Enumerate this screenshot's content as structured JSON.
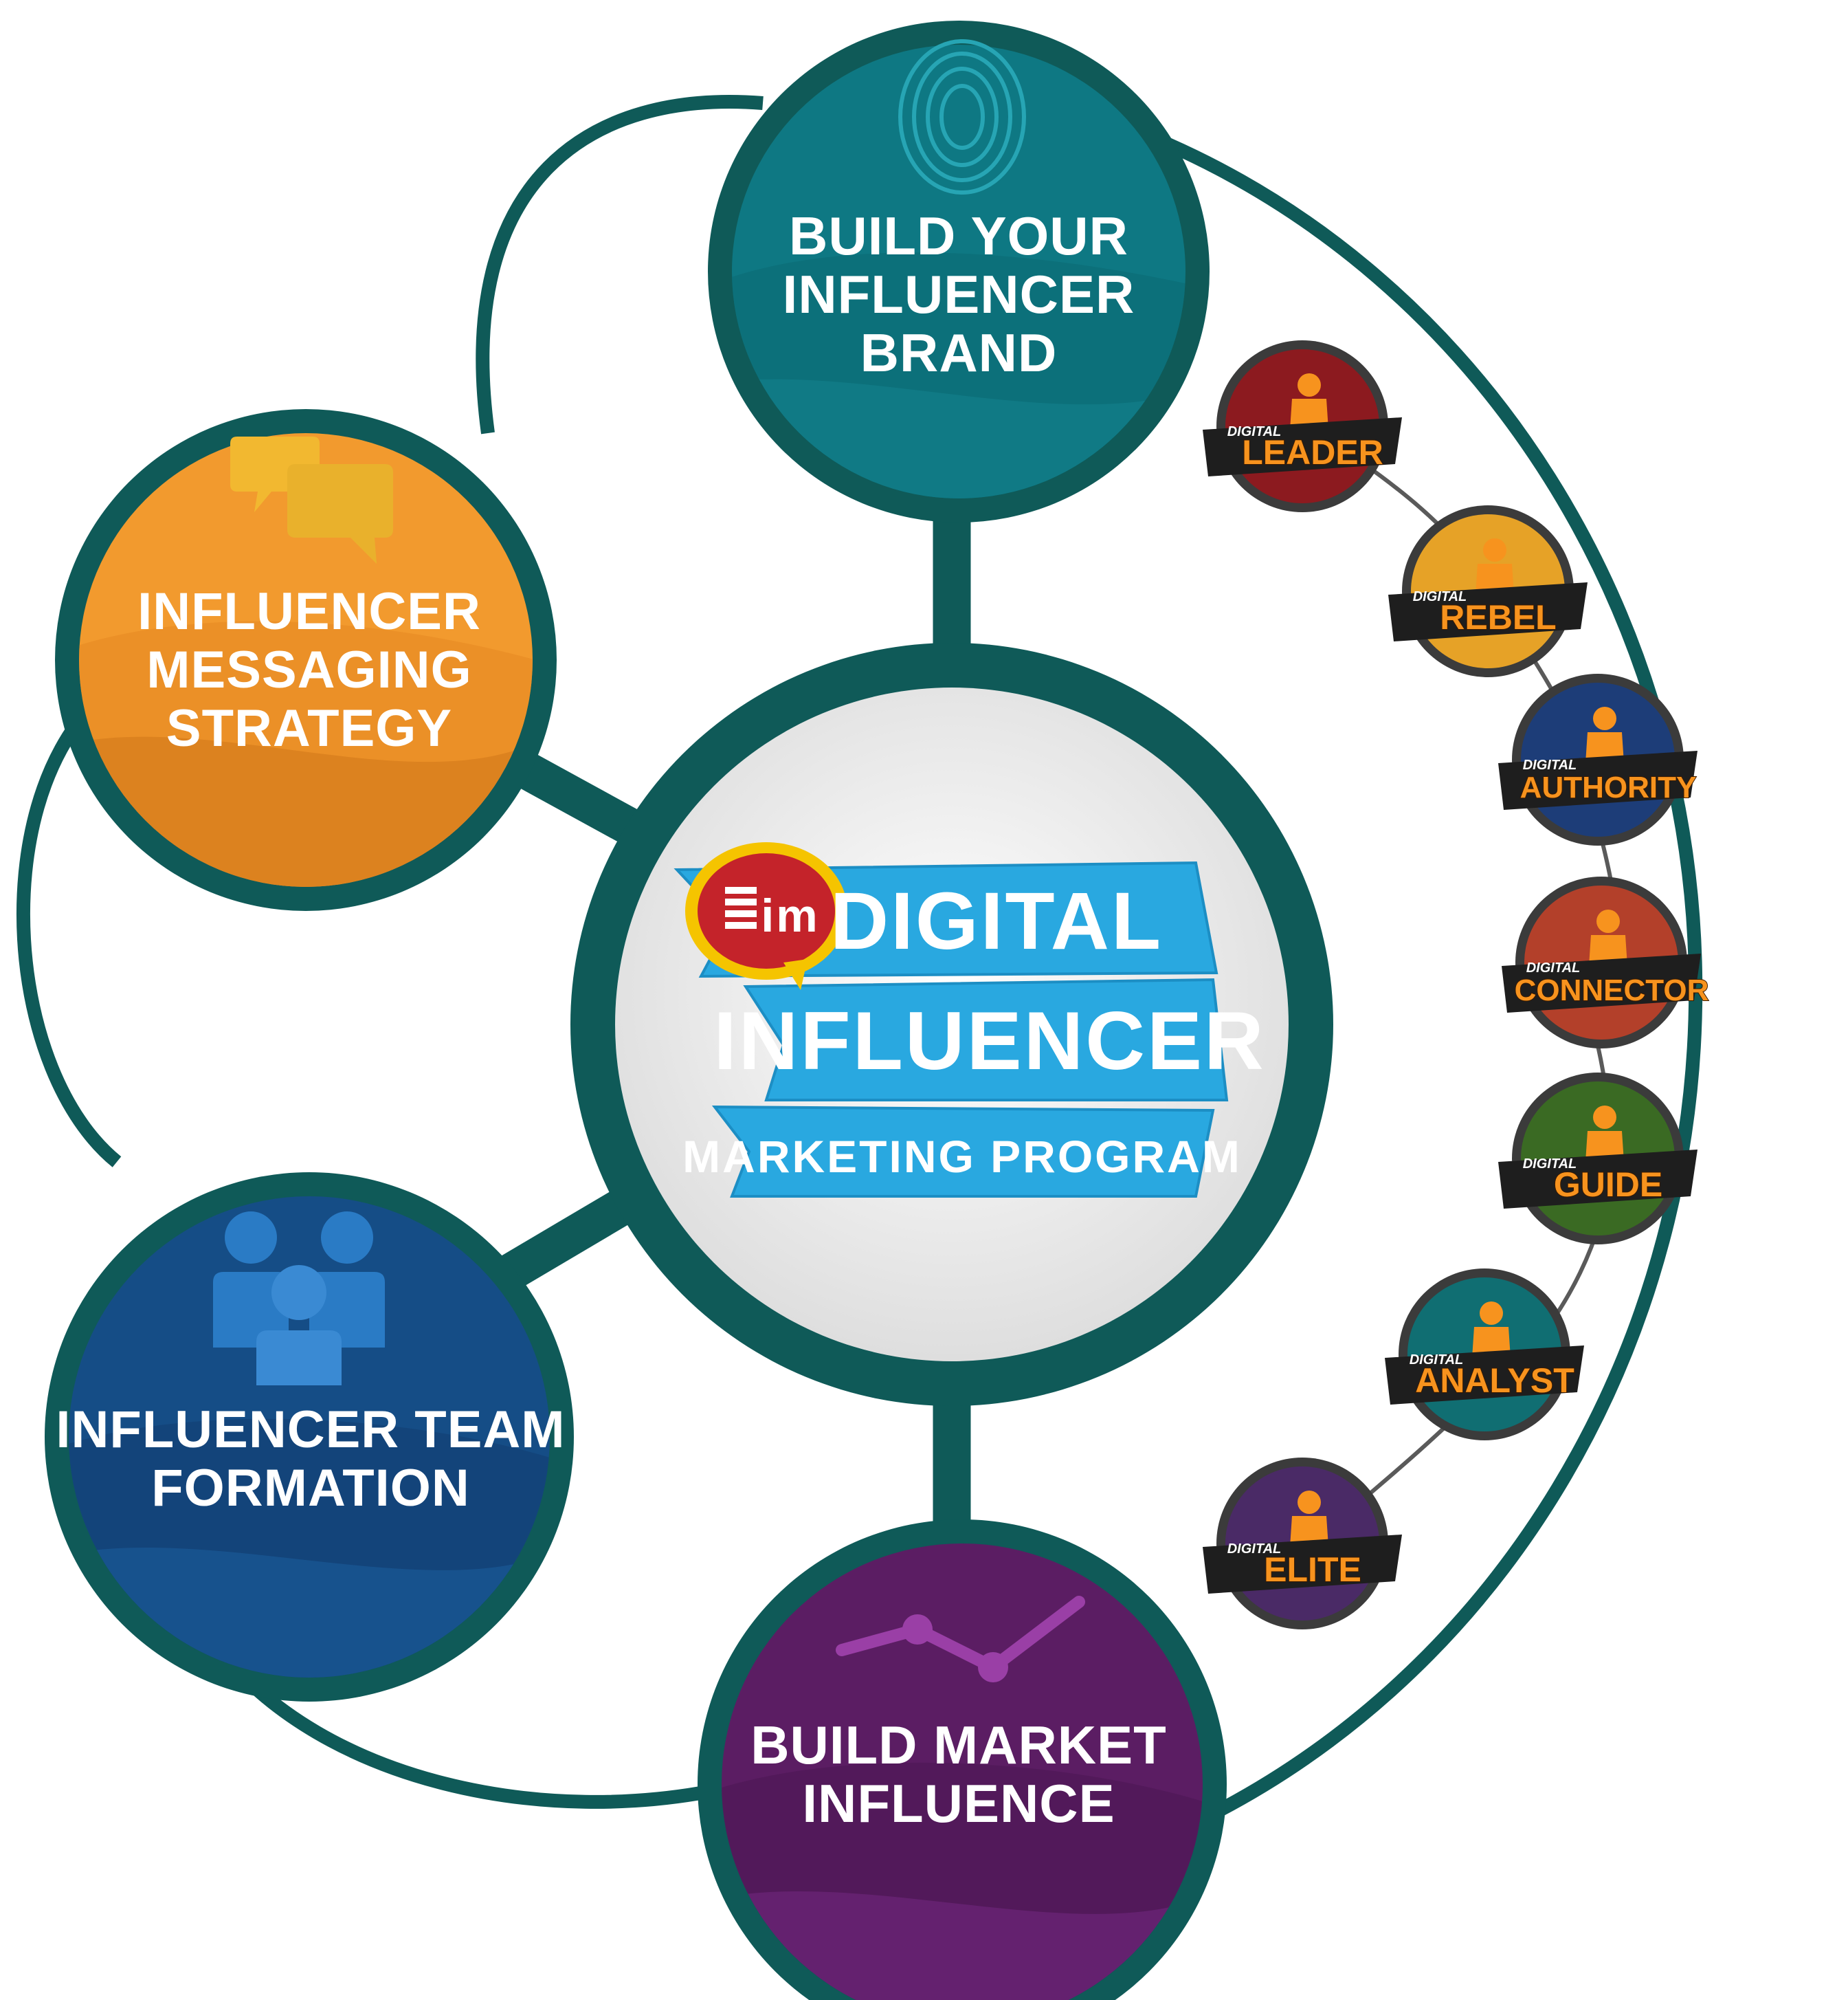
{
  "center": {
    "logo_mark": "im",
    "line1": "DIGITAL",
    "line2": "INFLUENCER",
    "line3": "MARKETING PROGRAM"
  },
  "nodes": {
    "brand": {
      "lines": [
        "BUILD YOUR",
        "INFLUENCER",
        "BRAND"
      ],
      "icon": "fingerprint-icon",
      "color": "#0e7883"
    },
    "messaging": {
      "lines": [
        "INFLUENCER",
        "MESSAGING",
        "STRATEGY"
      ],
      "icon": "speech-bubbles-icon",
      "color": "#f29a2e"
    },
    "team": {
      "lines": [
        "INFLUENCER TEAM",
        "FORMATION"
      ],
      "icon": "people-group-icon",
      "color": "#154d86"
    },
    "market": {
      "lines": [
        "BUILD MARKET",
        "INFLUENCE"
      ],
      "icon": "trend-line-icon",
      "color": "#5b1d63"
    }
  },
  "badges": [
    {
      "top": "DIGITAL",
      "name": "LEADER",
      "color": "#8c1a1f"
    },
    {
      "top": "DIGITAL",
      "name": "REBEL",
      "color": "#e6a227"
    },
    {
      "top": "DIGITAL",
      "name": "AUTHORITY",
      "color": "#1d3d78"
    },
    {
      "top": "DIGITAL",
      "name": "CONNECTOR",
      "color": "#b3402a"
    },
    {
      "top": "DIGITAL",
      "name": "GUIDE",
      "color": "#3a6a23"
    },
    {
      "top": "DIGITAL",
      "name": "ANALYST",
      "color": "#106e72"
    },
    {
      "top": "DIGITAL",
      "name": "ELITE",
      "color": "#4a2a66"
    }
  ],
  "colors": {
    "ring": "#0f5a58",
    "ribbon": "#29a8e0",
    "logo_red": "#c4232a",
    "logo_yellow": "#f5c400"
  }
}
